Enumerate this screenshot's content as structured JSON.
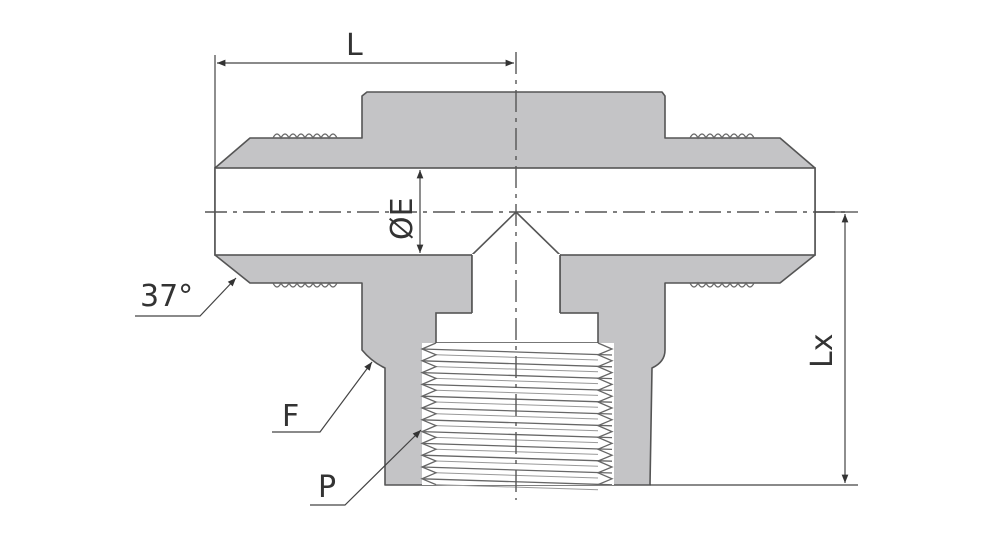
{
  "diagram": {
    "subject": "tee-fitting-drawing",
    "colors": {
      "body": "#c4c4c6",
      "outline": "#555555",
      "background": "#ffffff"
    },
    "labels": {
      "length": "L",
      "bore_diameter": "ØE",
      "flare_angle": "37°",
      "hex_flat": "F",
      "pipe_thread": "P",
      "branch_length": "Lx"
    }
  }
}
